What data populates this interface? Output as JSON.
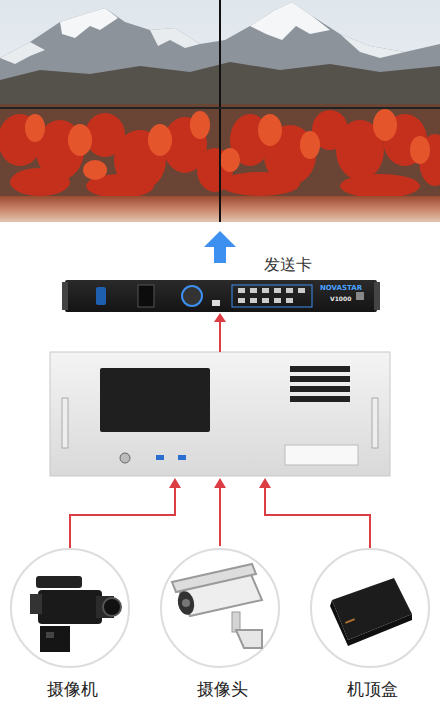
{
  "diagram": {
    "nodes": [
      {
        "text": [
          "发送卡"
        ]
      },
      {
        "text": [
          "摄像机"
        ]
      },
      {
        "text": [
          "摄像头"
        ]
      },
      {
        "text": [
          "机顶盒"
        ]
      }
    ],
    "labels": [
      "NOVASTAR",
      "V1000"
    ]
  }
}
